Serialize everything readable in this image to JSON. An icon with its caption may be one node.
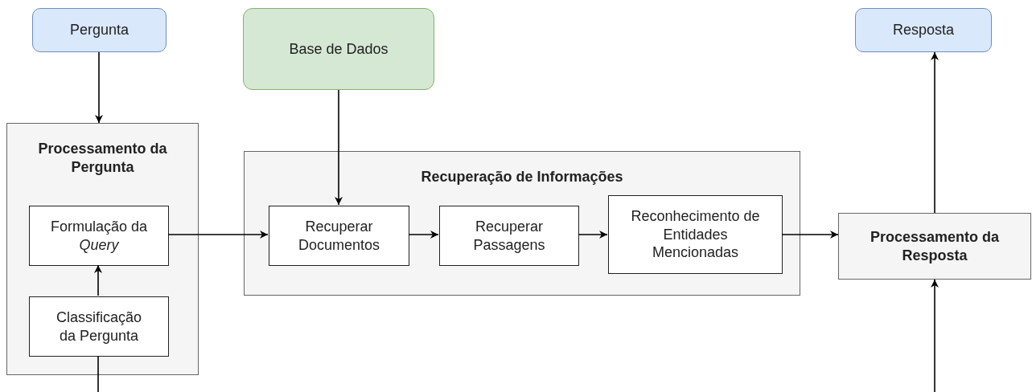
{
  "diagram": {
    "nodes": [
      {
        "text": [
          "Pergunta"
        ]
      },
      {
        "text": [
          "Base de Dados"
        ]
      },
      {
        "text": [
          "Resposta"
        ]
      },
      {
        "text": [
          "Processamento da Pergunta"
        ]
      },
      {
        "text": [
          "Formulação da *Query*"
        ],
        "in": 3
      },
      {
        "text": [
          "Classificação da Pergunta"
        ],
        "in": 3
      },
      {
        "text": [
          "Recuperação de Informações"
        ]
      },
      {
        "text": [
          "Recuperar Documentos"
        ],
        "in": 6
      },
      {
        "text": [
          "Recuperar Passagens"
        ],
        "in": 6
      },
      {
        "text": [
          "Reconhecimento de Entidades Mencionadas"
        ],
        "in": 6
      },
      {
        "text": [
          "Processamento da Resposta"
        ]
      }
    ],
    "edges": [
      {
        "from": 0,
        "to": 3,
        "arrow": "to"
      },
      {
        "from": 1,
        "to": 7,
        "arrow": "to"
      },
      {
        "from": 5,
        "to": 4,
        "arrow": "to"
      },
      {
        "from": 4,
        "to": 7,
        "arrow": "to"
      },
      {
        "from": 7,
        "to": 8,
        "arrow": "to"
      },
      {
        "from": 8,
        "to": 9,
        "arrow": "to"
      },
      {
        "from": 9,
        "to": 10,
        "arrow": "to"
      },
      {
        "from": 10,
        "to": 2,
        "arrow": "to"
      },
      {
        "from": 5,
        "to": null,
        "arrow": "none"
      },
      {
        "from": null,
        "to": 10,
        "arrow": "to"
      }
    ]
  }
}
